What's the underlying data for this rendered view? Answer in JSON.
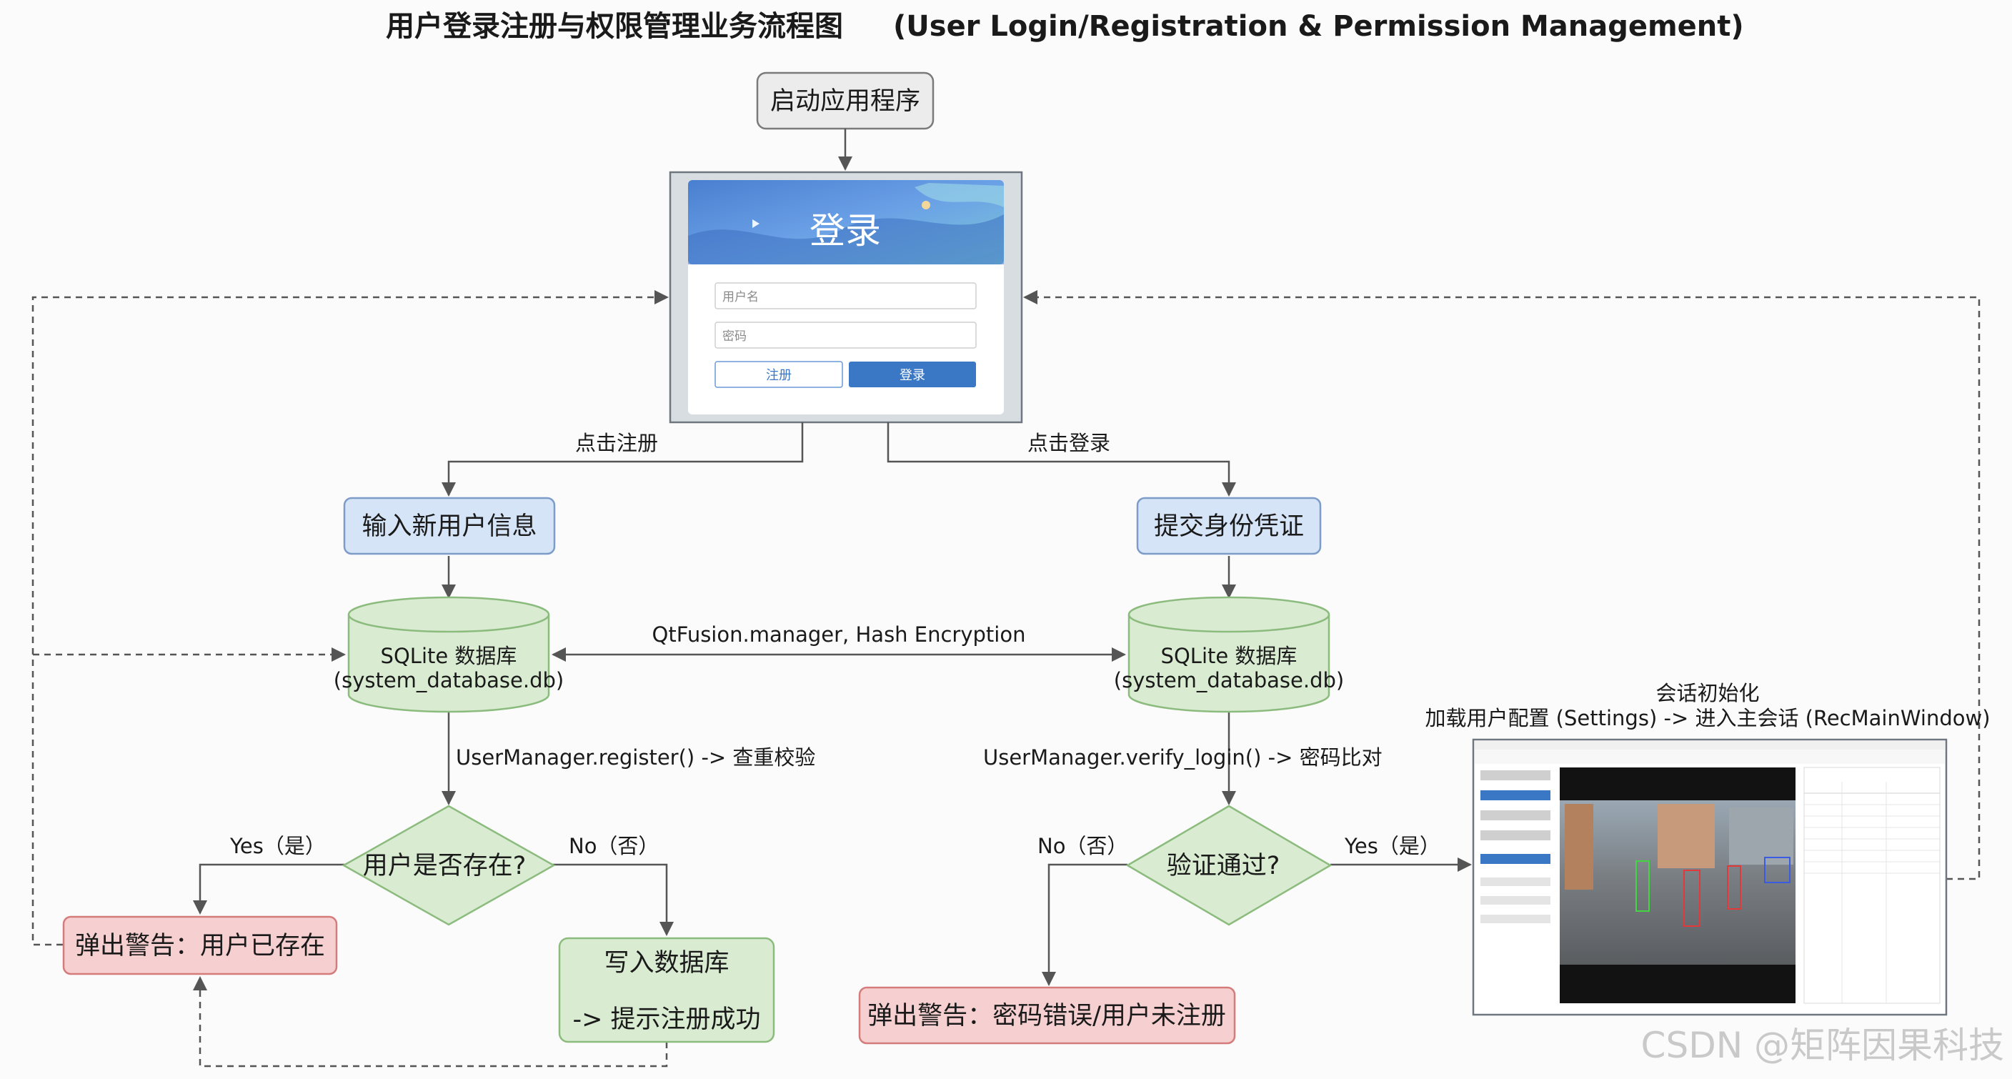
{
  "title": {
    "cn": "用户登录注册与权限管理业务流程图",
    "en": "(User Login/Registration & Permission Management)"
  },
  "nodes": {
    "start": "启动应用程序",
    "register_input": "输入新用户信息",
    "submit_credentials": "提交身份凭证",
    "db_left": {
      "line1": "SQLite 数据库",
      "line2": "(system_database.db)"
    },
    "db_right": {
      "line1": "SQLite 数据库",
      "line2": "(system_database.db)"
    },
    "decision_exists": "用户是否存在?",
    "decision_verify": "验证通过?",
    "alert_exists": "弹出警告：用户已存在",
    "write_db": {
      "line1": "写入数据库",
      "line2": "-> 提示注册成功"
    },
    "alert_wrong": "弹出警告：密码错误/用户未注册"
  },
  "login_window": {
    "title": "登录",
    "username_placeholder": "用户名",
    "password_placeholder": "密码",
    "register_button": "注册",
    "login_button": "登录"
  },
  "edges": {
    "click_register": "点击注册",
    "click_login": "点击登录",
    "qtfusion": "QtFusion.manager, Hash Encryption",
    "register_call": "UserManager.register() -> 查重校验",
    "verify_call": "UserManager.verify_login() -> 密码比对",
    "yes_left": "Yes（是）",
    "no_left": "No（否）",
    "no_right": "No（否）",
    "yes_right": "Yes（是）"
  },
  "session": {
    "title": "会话初始化",
    "subtitle": "加载用户配置 (Settings) -> 进入主会话 (RecMainWindow)"
  },
  "watermark": "CSDN @矩阵因果科技",
  "colors": {
    "blue_node_fill": "#d6e4f7",
    "blue_node_stroke": "#7d9cc8",
    "green_fill": "#d9ecd2",
    "green_stroke": "#8cbb7e",
    "red_fill": "#f6d0d0",
    "red_stroke": "#d47c7c",
    "gray_fill": "#ececec",
    "gray_stroke": "#7a7a7a",
    "button_blue": "#3a78c6"
  }
}
